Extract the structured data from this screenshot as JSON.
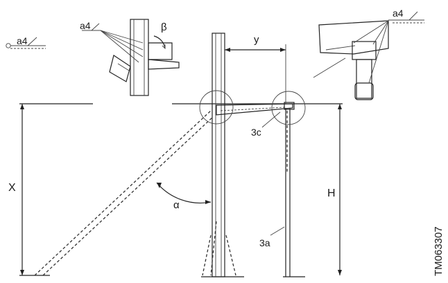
{
  "labels": {
    "weld_a4_left": "a4",
    "weld_a4_detail_left": "a4",
    "weld_a4_detail_right": "a4",
    "angle_beta": "β",
    "dim_y": "y",
    "dim_x": "X",
    "dim_h": "H",
    "angle_alpha": "α",
    "part_3c": "3c",
    "part_3a": "3a",
    "drawing_code": "TM063307"
  }
}
